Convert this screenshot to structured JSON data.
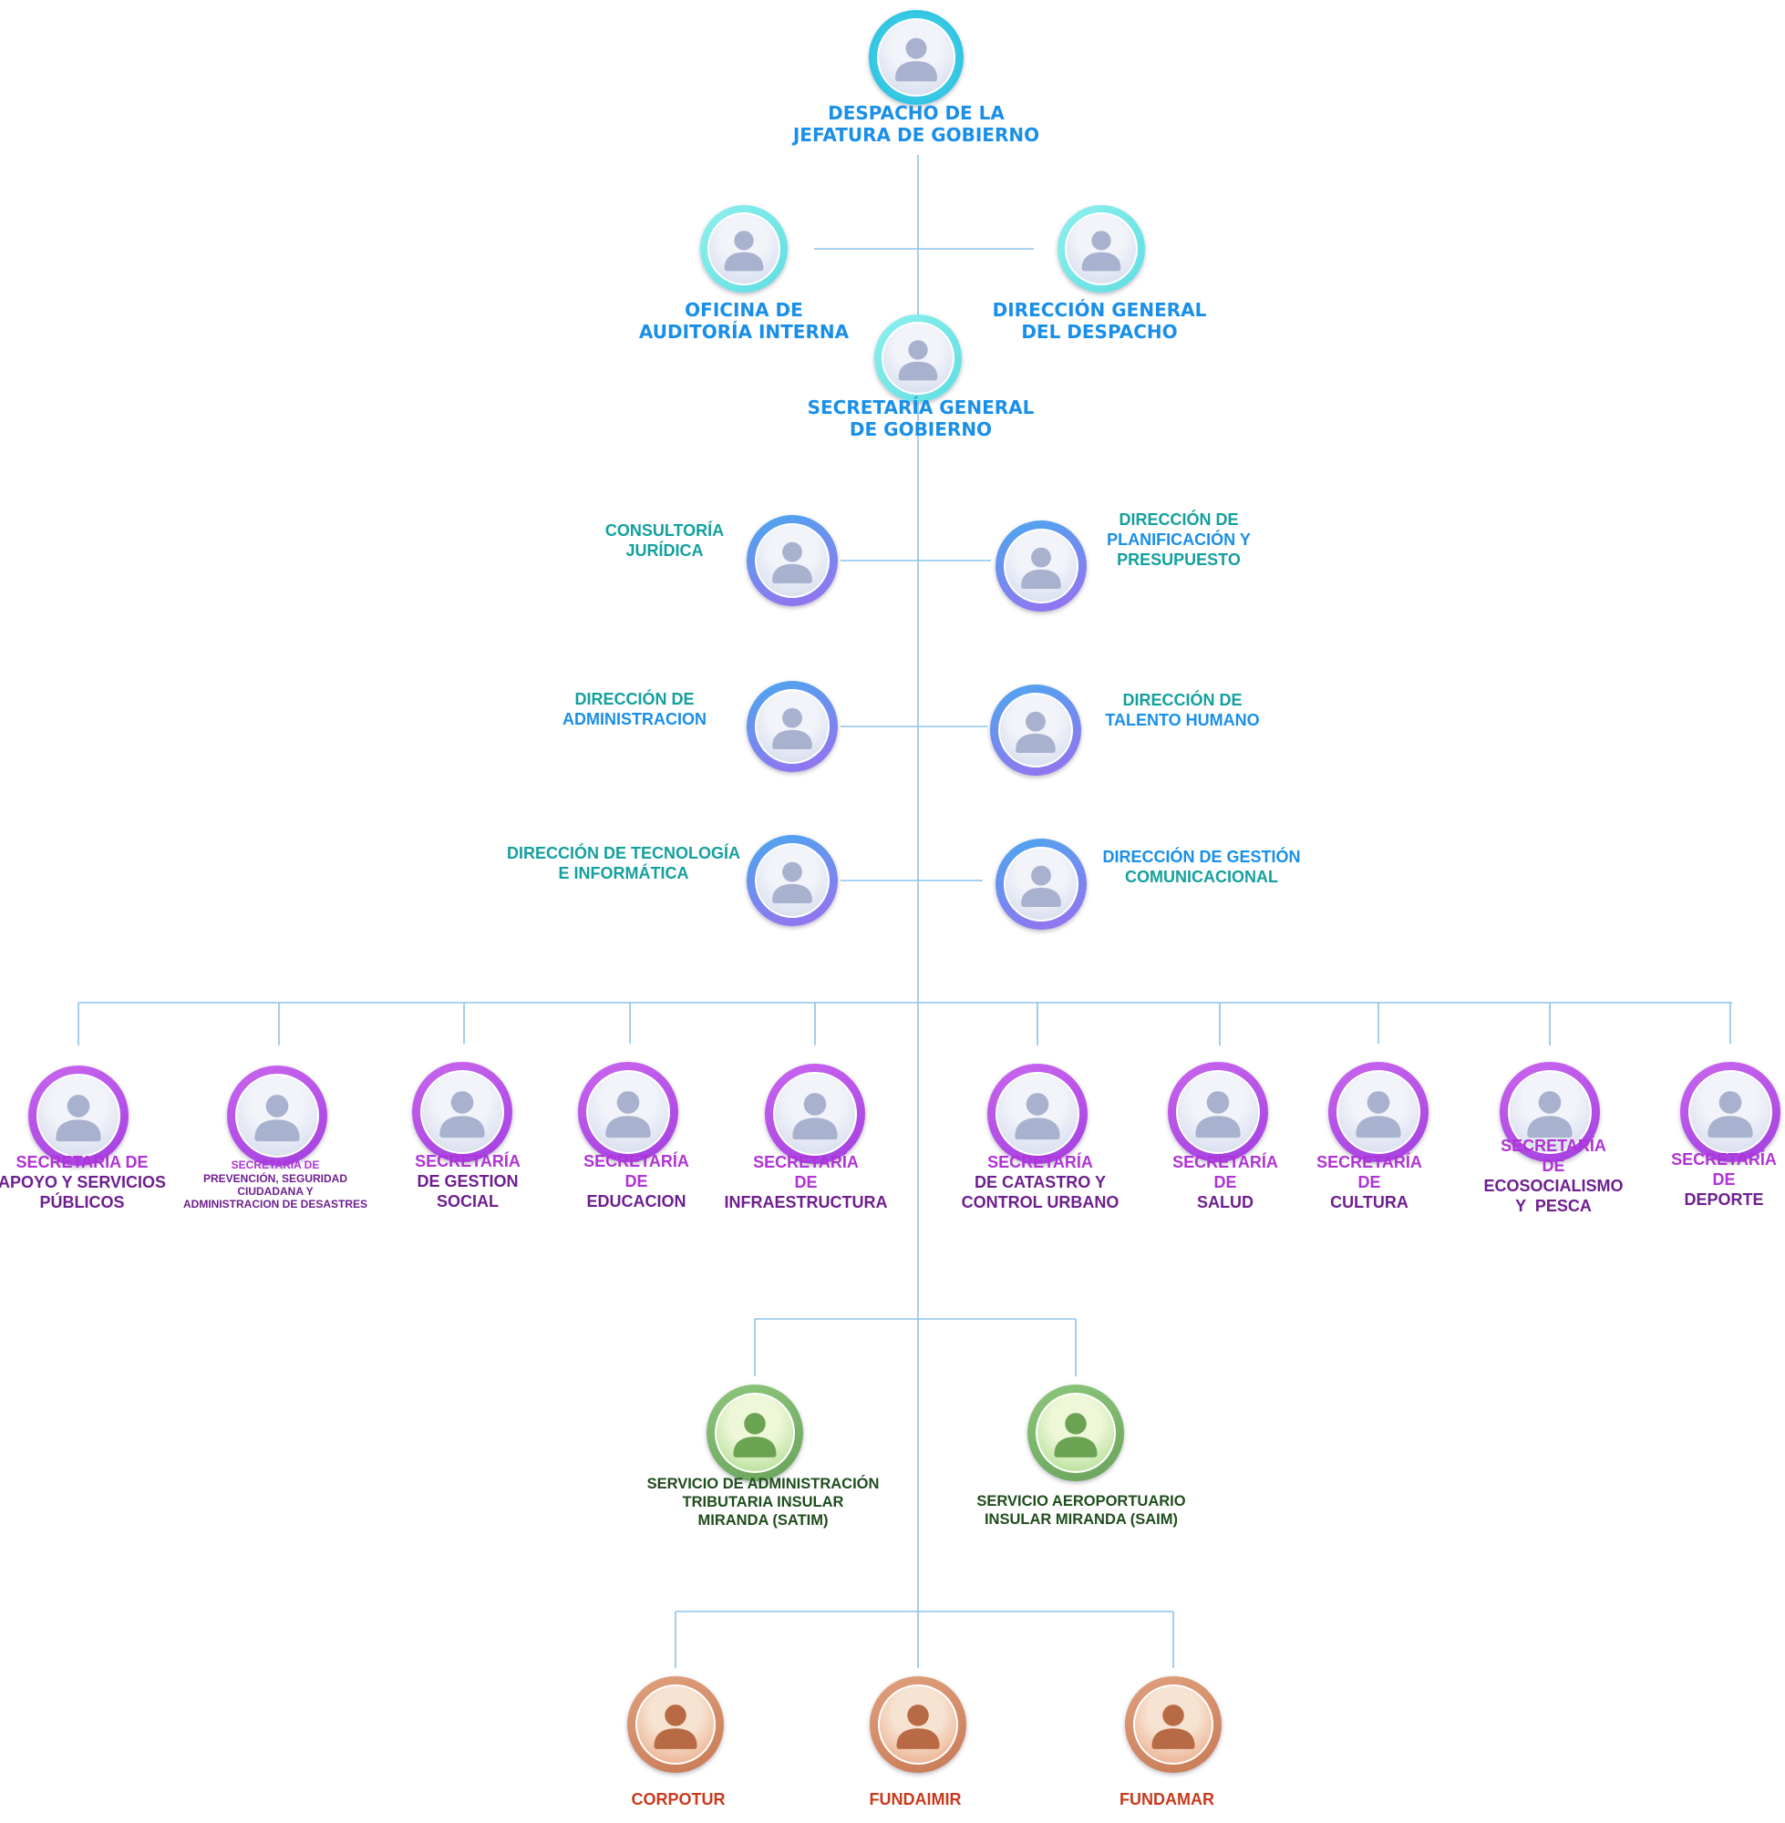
{
  "colors": {
    "connector": "#8cc3e8",
    "top_ring": "#37c9e4",
    "staff_ring": "#5fdde2",
    "support_ring_start": "#4aa8ef",
    "support_ring_end": "#9a6ff0",
    "secretariat_ring": "#a33fe0",
    "service_ring": "#6aa35a",
    "foundation_ring": "#c87a55",
    "blue_text": "#1a8fe8",
    "teal_text": "#14a09e",
    "purple_text": "#b033d6",
    "dark_purple_text": "#6e1f8f",
    "green_text": "#3aa832",
    "dark_green_text": "#1f4d1c",
    "red_text": "#c93a1c"
  },
  "icons": {
    "person": "person-silhouette-icon"
  },
  "nodes": {
    "despacho": {
      "lines": [
        "DESPACHO DE LA",
        "JEFATURA DE GOBIERNO"
      ]
    },
    "auditoria": {
      "lines": [
        "OFICINA DE",
        "AUDITORÍA INTERNA"
      ]
    },
    "direccion_despacho": {
      "lines": [
        "DIRECCIÓN GENERAL",
        "DEL DESPACHO"
      ]
    },
    "secretaria_general": {
      "lines": [
        "SECRETARÍA GENERAL",
        "DE GOBIERNO"
      ]
    },
    "consultoria": {
      "lines": [
        "CONSULTORÍA",
        "JURÍDICA"
      ]
    },
    "planificacion": {
      "lines": [
        "DIRECCIÓN DE",
        "PLANIFICACIÓN Y",
        "PRESUPUESTO"
      ]
    },
    "administracion": {
      "lines": [
        "DIRECCIÓN DE",
        "ADMINISTRACION"
      ]
    },
    "talento": {
      "lines": [
        "DIRECCIÓN DE",
        "TALENTO HUMANO"
      ]
    },
    "tecnologia": {
      "lines": [
        "DIRECCIÓN DE TECNOLOGÍA",
        "E INFORMÁTICA"
      ]
    },
    "gestion_comunicacional": {
      "lines": [
        "DIRECCIÓN DE GESTIÓN",
        "COMUNICACIONAL"
      ]
    },
    "sec_apoyo": {
      "lines": [
        "SECRETARÍA DE",
        "APOYO Y SERVICIOS",
        "PÚBLICOS"
      ]
    },
    "sec_prevencion": {
      "lines": [
        "SECRETARÍA DE",
        "PREVENCIÓN, SEGURIDAD",
        "CIUDADANA Y",
        "ADMINISTRACION DE DESASTRES"
      ]
    },
    "sec_gestion_social": {
      "lines": [
        "SECRETARÍA",
        "DE GESTION",
        "SOCIAL"
      ]
    },
    "sec_educacion": {
      "lines": [
        "SECRETARÍA",
        "DE",
        "EDUCACION"
      ]
    },
    "sec_infraestructura": {
      "lines": [
        "SECRETARÍA",
        "DE",
        "INFRAESTRUCTURA"
      ]
    },
    "sec_catastro": {
      "lines": [
        "SECRETARÍA",
        "DE CATASTRO Y",
        "CONTROL URBANO"
      ]
    },
    "sec_salud": {
      "lines": [
        "SECRETARÍA",
        "DE",
        "SALUD"
      ]
    },
    "sec_cultura": {
      "lines": [
        "SECRETARÍA",
        "DE",
        "CULTURA"
      ]
    },
    "sec_ecosocialismo": {
      "lines": [
        "SECRETARÍA",
        "DE",
        "ECOSOCIALISMO",
        "Y  PESCA"
      ]
    },
    "sec_deporte": {
      "lines": [
        "SECRETARÍA",
        "DE",
        "DEPORTE"
      ]
    },
    "satim": {
      "lines": [
        "SERVICIO DE ADMINISTRACIÓN",
        "TRIBUTARIA INSULAR",
        "MIRANDA (SATIM)"
      ]
    },
    "saim": {
      "lines": [
        "SERVICIO AEROPORTUARIO",
        "INSULAR MIRANDA (SAIM)"
      ]
    },
    "corpotur": {
      "lines": [
        "CORPOTUR"
      ]
    },
    "fundaimir": {
      "lines": [
        "FUNDAIMIR"
      ]
    },
    "fundamar": {
      "lines": [
        "FUNDAMAR"
      ]
    }
  }
}
